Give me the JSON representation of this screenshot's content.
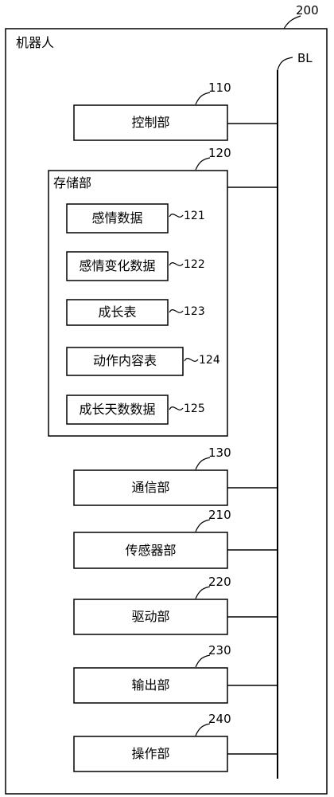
{
  "robot": {
    "ref": "200",
    "title": "机器人"
  },
  "bus": {
    "label": "BL"
  },
  "control": {
    "ref": "110",
    "label": "控制部"
  },
  "storage": {
    "ref": "120",
    "label": "存储部",
    "items": [
      {
        "label": "感情数据",
        "ref": "121"
      },
      {
        "label": "感情变化数据",
        "ref": "122"
      },
      {
        "label": "成长表",
        "ref": "123"
      },
      {
        "label": "动作内容表",
        "ref": "124"
      },
      {
        "label": "成长天数数据",
        "ref": "125"
      }
    ]
  },
  "comm": {
    "ref": "130",
    "label": "通信部"
  },
  "sensor": {
    "ref": "210",
    "label": "传感器部"
  },
  "drive": {
    "ref": "220",
    "label": "驱动部"
  },
  "output": {
    "ref": "230",
    "label": "输出部"
  },
  "operation": {
    "ref": "240",
    "label": "操作部"
  }
}
